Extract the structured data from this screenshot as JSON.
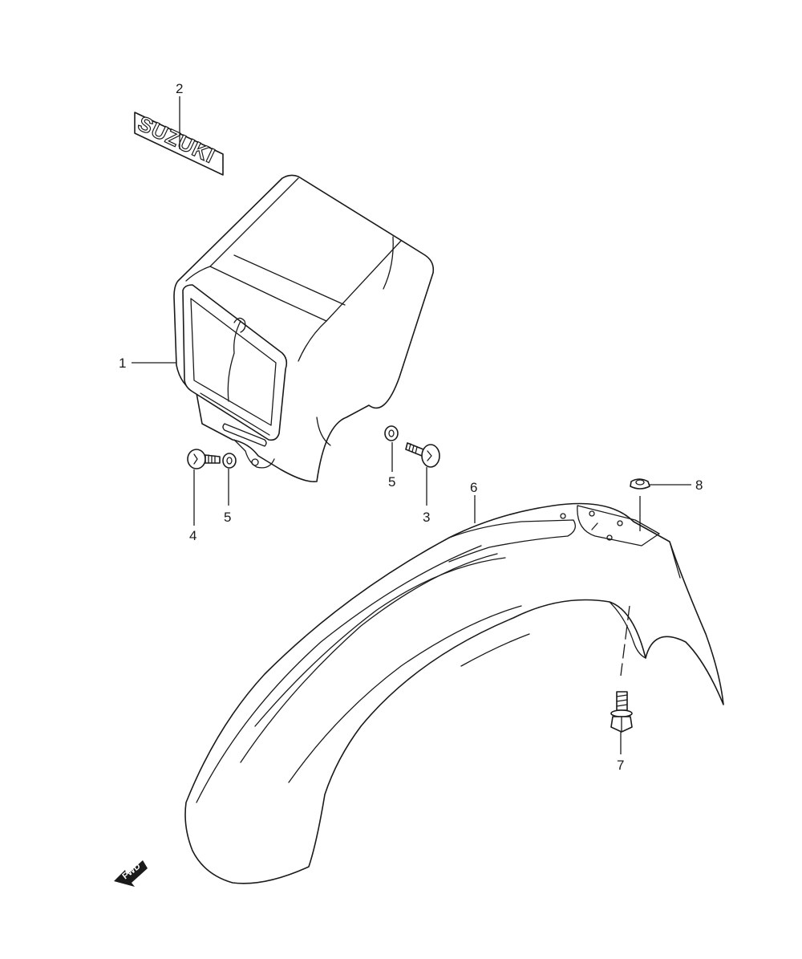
{
  "diagram": {
    "emblem_text": "SUZUKI",
    "direction_label": "FWD",
    "callouts": [
      {
        "id": "callout-1",
        "number": "1"
      },
      {
        "id": "callout-2",
        "number": "2"
      },
      {
        "id": "callout-3",
        "number": "3"
      },
      {
        "id": "callout-4",
        "number": "4"
      },
      {
        "id": "callout-5a",
        "number": "5"
      },
      {
        "id": "callout-5b",
        "number": "5"
      },
      {
        "id": "callout-6",
        "number": "6"
      },
      {
        "id": "callout-7",
        "number": "7"
      },
      {
        "id": "callout-8",
        "number": "8"
      }
    ]
  }
}
